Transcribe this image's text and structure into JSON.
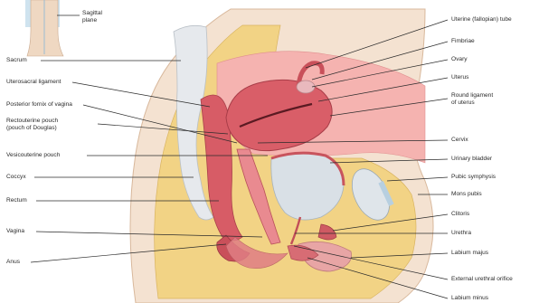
{
  "figure": {
    "thumbnail_caption": [
      "Sagittal",
      "plane"
    ],
    "left_labels": {
      "sacrum": "Sacrum",
      "uterosacral_ligament": "Uterosacral ligament",
      "posterior_fornix": "Posterior fornix of vagina",
      "rectouterine_pouch": [
        "Rectouterine pouch",
        "(pouch of Douglas)"
      ],
      "vesicouterine_pouch": "Vesicouterine pouch",
      "coccyx": "Coccyx",
      "rectum": "Rectum",
      "vagina": "Vagina",
      "anus": "Anus"
    },
    "right_labels": {
      "uterine_tube": "Uterine (fallopian) tube",
      "fimbriae": "Fimbriae",
      "ovary": "Ovary",
      "uterus": "Uterus",
      "round_ligament": [
        "Round ligament",
        "of uterus"
      ],
      "cervix": "Cervix",
      "urinary_bladder": "Urinary bladder",
      "pubic_symphysis": "Pubic symphysis",
      "mons_pubis": "Mons pubis",
      "clitoris": "Clitoris",
      "urethra": "Urethra",
      "labium_majus": "Labium majus",
      "external_urethral_orifice": "External urethral orifice",
      "labium_minus": "Labium minus"
    },
    "colors": {
      "skin": "#f1d9c3",
      "fat": "#f1d27e",
      "muscle": "#d9646a",
      "muscle_dark": "#b8404a",
      "peritoneum_pink": "#f2a7a7",
      "bone": "#e4e7ea",
      "cartilage_blue": "#b7cfe0",
      "bladder_grey": "#d7dee4",
      "leader_line": "#2b2b2b"
    }
  }
}
